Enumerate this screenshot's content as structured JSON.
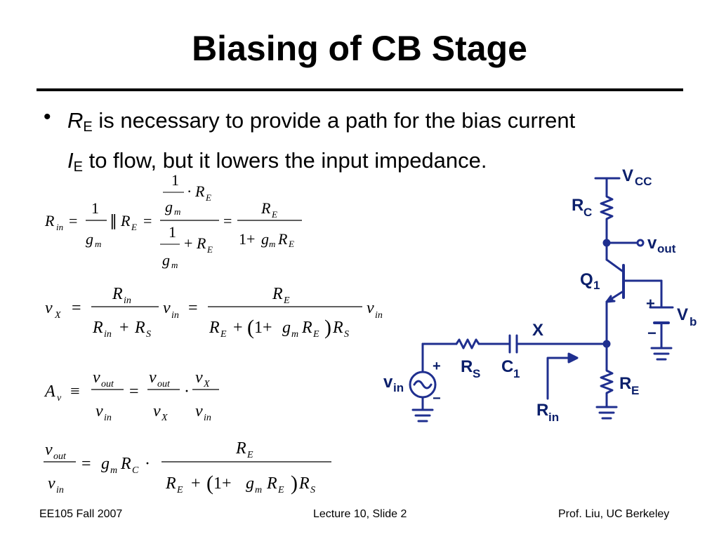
{
  "slide": {
    "title": "Biasing of CB Stage",
    "bullet": {
      "r": "R",
      "r_sub": "E",
      "text1": " is necessary to provide a path for the bias current",
      "i": "I",
      "i_sub": "E",
      "text2": " to flow, but it lowers the input impedance."
    }
  },
  "equations": {
    "rin": {
      "lhs": "R",
      "lhs_sub": "in",
      "eq": "=",
      "one": "1",
      "gm": "g",
      "gm_sub": "m",
      "par": "∥",
      "re": "R",
      "re_sub": "E",
      "dot": "·",
      "plus": "+",
      "onep": "1+"
    },
    "vx": {
      "lhs": "v",
      "lhs_sub": "X",
      "rin": "R",
      "rin_sub": "in",
      "rs": "R",
      "rs_sub": "S",
      "vin": "v",
      "vin_sub": "in",
      "re": "R",
      "re_sub": "E",
      "gm": "g",
      "gm_sub": "m"
    },
    "av": {
      "lhs": "A",
      "lhs_sub": "v",
      "equiv": "≡",
      "vout": "v",
      "vout_sub": "out",
      "vin": "v",
      "vin_sub": "in",
      "vx": "v",
      "vx_sub": "X"
    },
    "gain": {
      "gm": "g",
      "gm_sub": "m",
      "rc": "R",
      "rc_sub": "C"
    }
  },
  "circuit": {
    "labels": {
      "vcc": "V",
      "vcc_sub": "CC",
      "rc": "R",
      "rc_sub": "C",
      "vout": "v",
      "vout_sub": "out",
      "q1": "Q",
      "q1_sub": "1",
      "vb": "V",
      "vb_sub": "b",
      "plus": "+",
      "minus": "−",
      "x": "X",
      "rs": "R",
      "rs_sub": "S",
      "c1": "C",
      "c1_sub": "1",
      "re": "R",
      "re_sub": "E",
      "vin": "v",
      "vin_sub": "in",
      "rin": "R",
      "rin_sub": "in"
    },
    "color": "#0b1f6b"
  },
  "footer": {
    "left": "EE105 Fall 2007",
    "center": "Lecture 10, Slide 2",
    "right": "Prof. Liu, UC Berkeley"
  }
}
